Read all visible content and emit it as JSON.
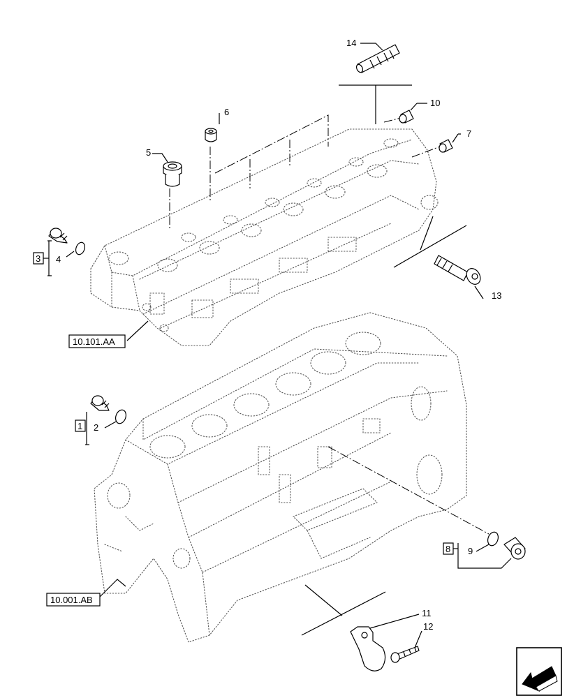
{
  "callouts": {
    "c1": "1",
    "c2": "2",
    "c3": "3",
    "c4": "4",
    "c5": "5",
    "c6": "6",
    "c7": "7",
    "c8": "8",
    "c9": "9",
    "c10": "10",
    "c11": "11",
    "c12": "12",
    "c13": "13",
    "c14": "14"
  },
  "references": {
    "cylinder_head": "10.101.AA",
    "engine_block": "10.001.AB"
  },
  "icons": {
    "navigation": "arrow-back-icon"
  }
}
